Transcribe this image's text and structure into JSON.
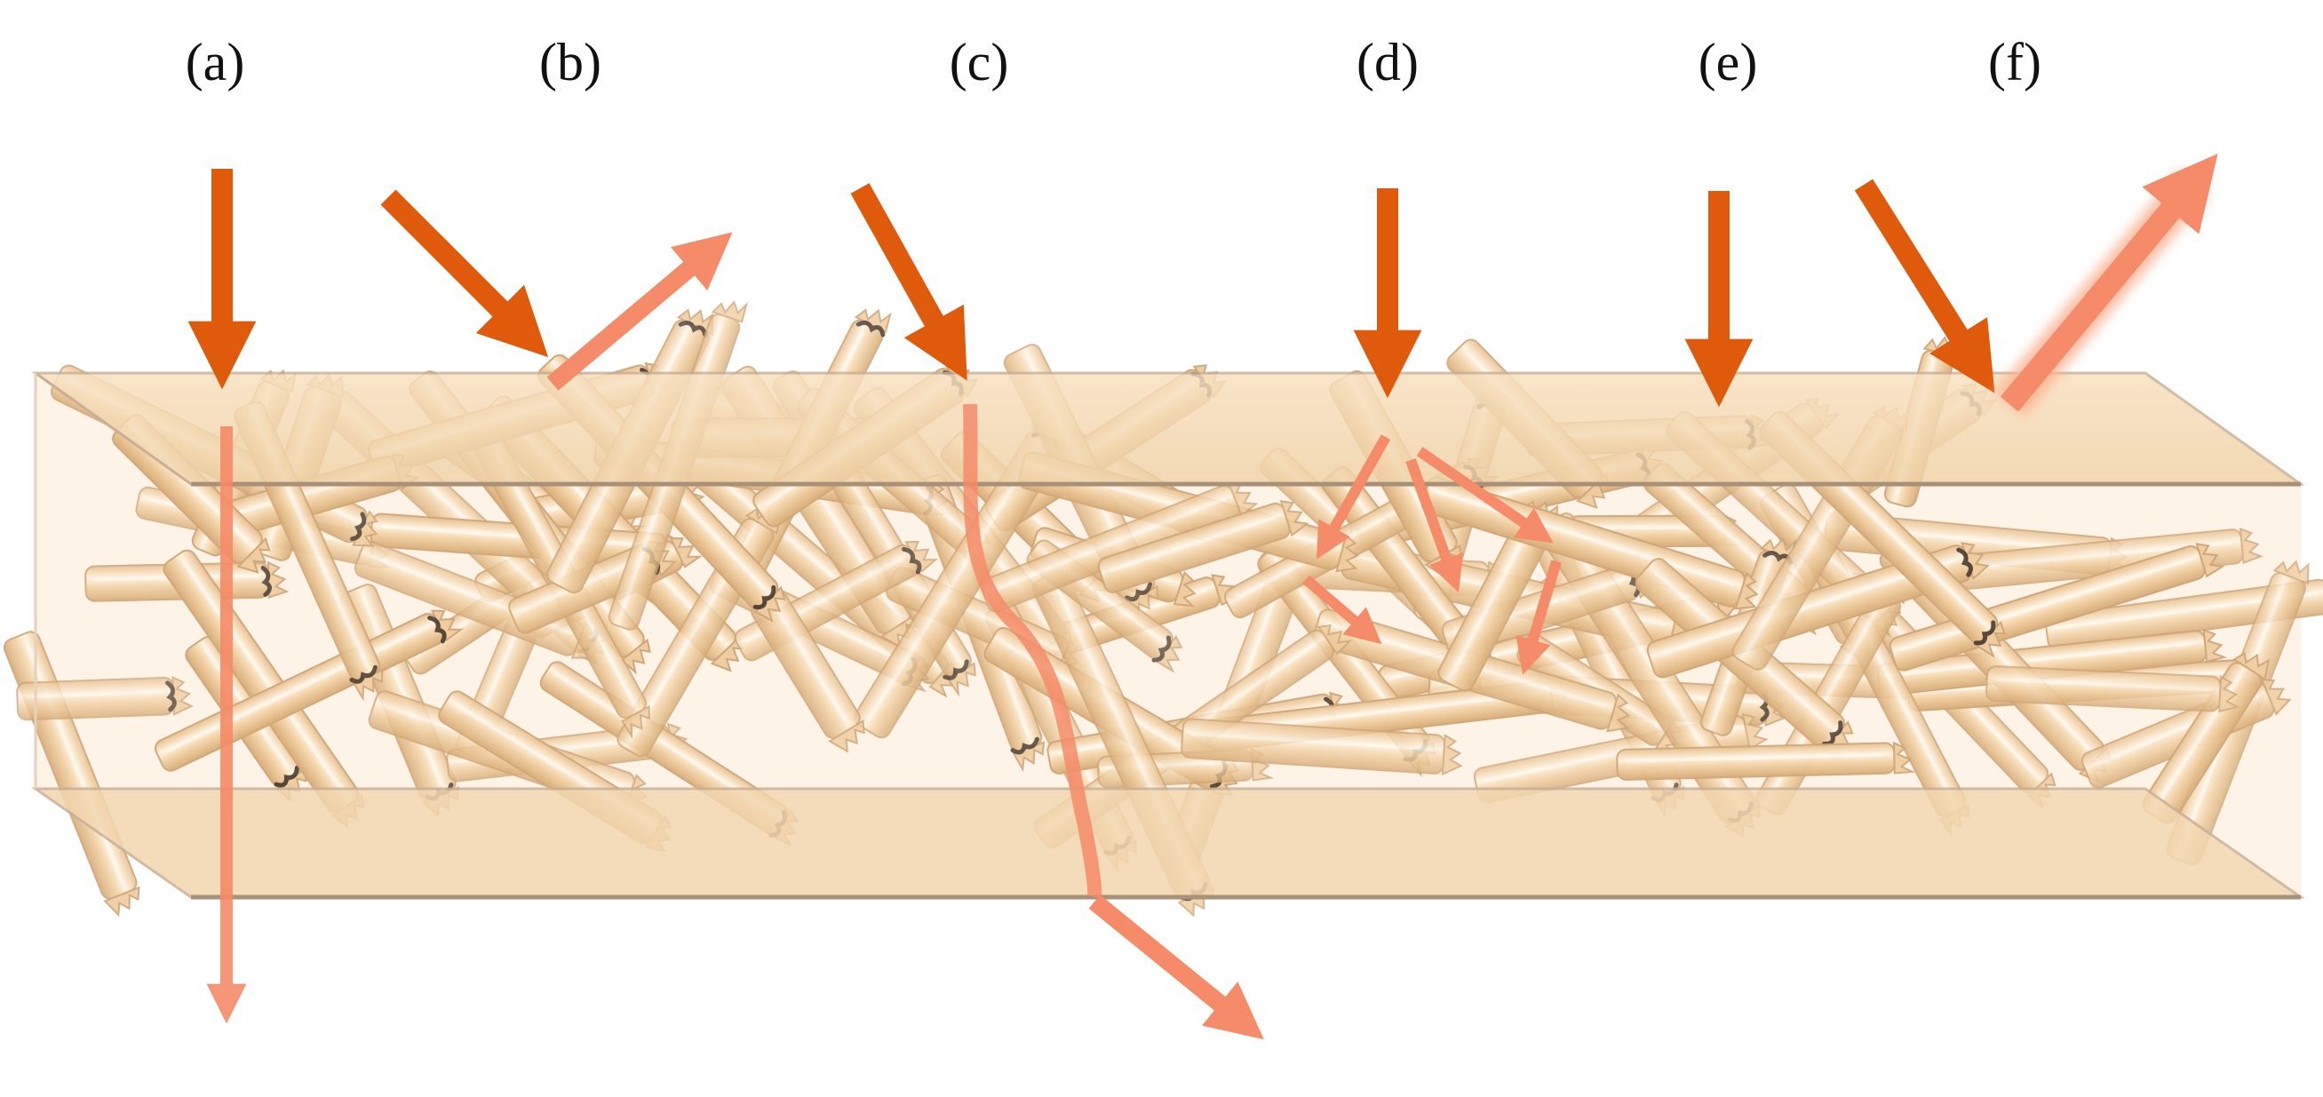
{
  "panels": [
    {
      "id": "a",
      "label": "(a)"
    },
    {
      "id": "b",
      "label": "(b)"
    },
    {
      "id": "c",
      "label": "(c)"
    },
    {
      "id": "d",
      "label": "(d)"
    },
    {
      "id": "e",
      "label": "(e)"
    },
    {
      "id": "f",
      "label": "(f)"
    }
  ],
  "colors": {
    "incident_arrow": "#e05a0c",
    "outgoing_arrow": "#f58b68",
    "slab_face": "#f5d9b1",
    "slab_edge": "#bfa58a",
    "fiber_body": "#f3d3a8",
    "fiber_highlight": "#fff6e8",
    "fiber_outline": "#cfa77a",
    "fiber_tip_dark": "#3c3028"
  }
}
